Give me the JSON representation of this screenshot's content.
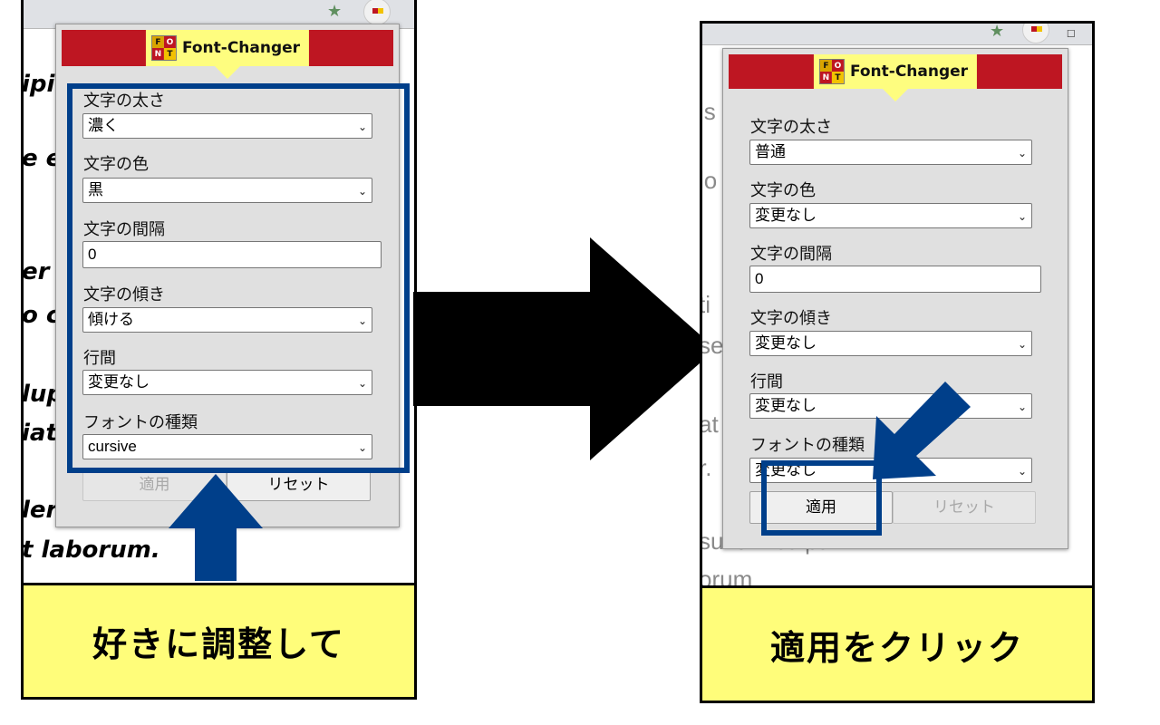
{
  "colors": {
    "popup_header_red": "#be1622",
    "title_yellow": "#fefd7f",
    "highlight_blue": "#003f8a",
    "caption_yellow": "#fffd7a"
  },
  "icons": {
    "browser_star": "star-icon",
    "extension_button": "font-changer-extension-icon",
    "browser_puzzle": "puzzle-icon",
    "logo": "font-changer-logo-icon",
    "select_chevron": "chevron-down-icon",
    "big_arrow": "arrow-right-icon",
    "blue_arrow_up": "arrow-up-icon",
    "blue_arrow_down_left": "arrow-down-left-icon"
  },
  "logo_letters": [
    "F",
    "O",
    "N",
    "T"
  ],
  "popup_title": "Font-Changer",
  "left": {
    "background_text": [
      "ipi",
      "e e",
      "er",
      "o c",
      "lup",
      "iat",
      "ler",
      "t laborum."
    ],
    "fields": {
      "weight_label": "文字の太さ",
      "weight_value": "濃く",
      "color_label": "文字の色",
      "color_value": "黒",
      "spacing_label": "文字の間隔",
      "spacing_value": "0",
      "slant_label": "文字の傾き",
      "slant_value": "傾ける",
      "line_height_label": "行間",
      "line_height_value": "変更なし",
      "font_type_label": "フォントの種類",
      "font_type_value": "cursive"
    },
    "apply_button": "適用",
    "reset_button": "リセット",
    "caption": "好きに調整して"
  },
  "right": {
    "background_text": [
      "is",
      "lo",
      "ti",
      "se",
      "at",
      "r.",
      "sunt in culpa",
      "orum"
    ],
    "fields": {
      "weight_label": "文字の太さ",
      "weight_value": "普通",
      "color_label": "文字の色",
      "color_value": "変更なし",
      "spacing_label": "文字の間隔",
      "spacing_value": "0",
      "slant_label": "文字の傾き",
      "slant_value": "変更なし",
      "line_height_label": "行間",
      "line_height_value": "変更なし",
      "font_type_label": "フォントの種類",
      "font_type_value": "変更なし"
    },
    "apply_button": "適用",
    "reset_button": "リセット",
    "caption": "適用をクリック"
  }
}
